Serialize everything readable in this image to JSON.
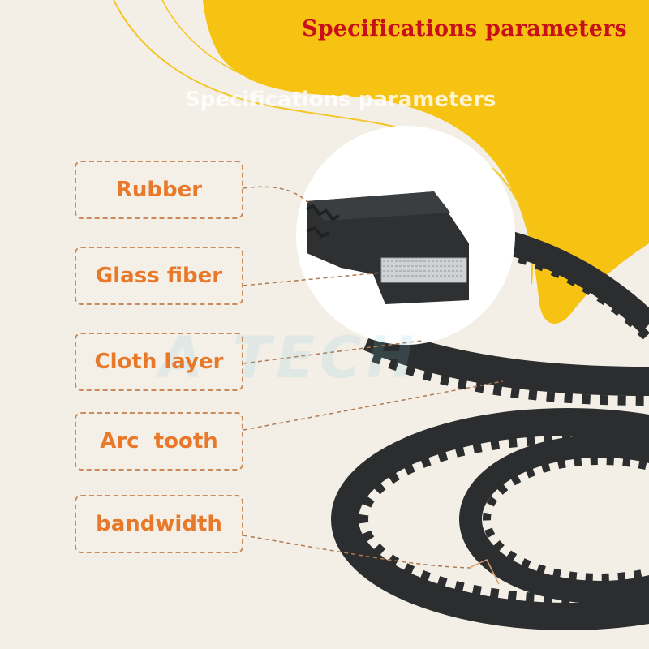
{
  "header": {
    "title": "Specifications parameters",
    "subtitle": "Specifications parameters"
  },
  "labels": [
    {
      "text": "Rubber"
    },
    {
      "text": "Glass fiber"
    },
    {
      "text": "Cloth layer"
    },
    {
      "text": "Arc  tooth"
    },
    {
      "text": "bandwidth"
    }
  ],
  "watermark": "A TECH",
  "colors": {
    "background": "#f3efe6",
    "banner": "#f6c312",
    "title": "#c8101a",
    "label_text": "#e8792a",
    "label_border": "#c98a5c",
    "belt": "#2b2d2e"
  }
}
